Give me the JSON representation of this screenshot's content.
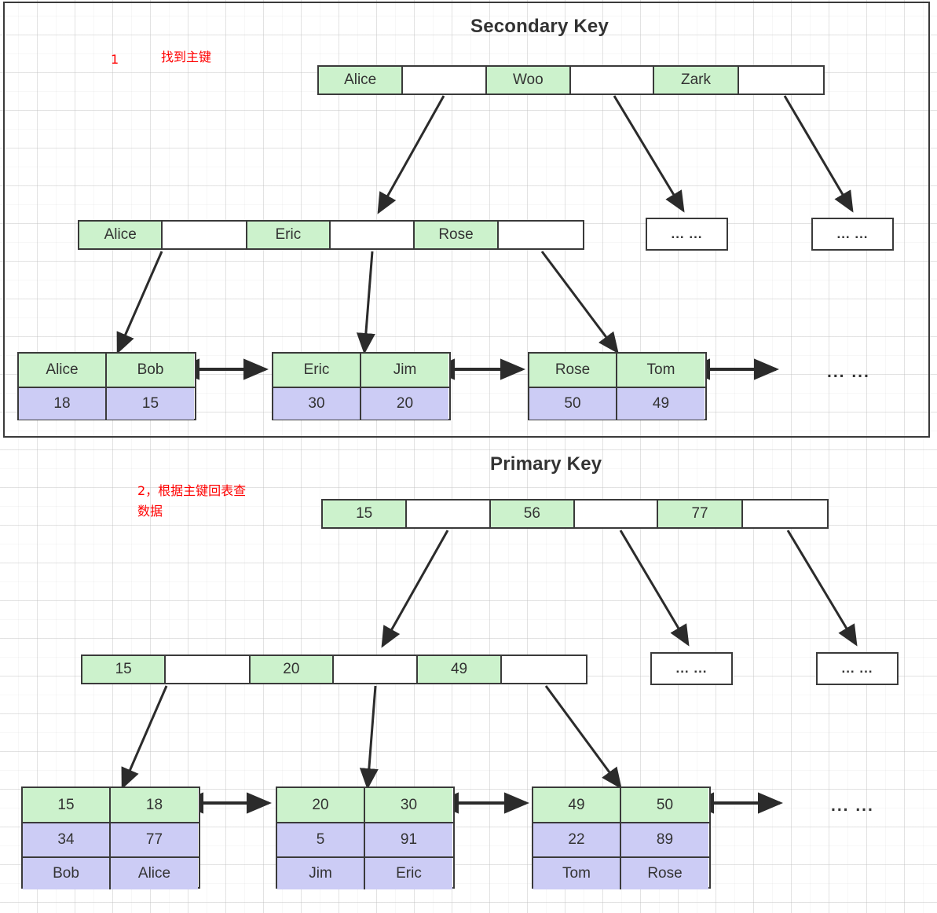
{
  "sections": [
    {
      "id": "secondary",
      "title": "Secondary Key",
      "note_number": "1",
      "note_text": "找到主键",
      "root": {
        "cells": [
          {
            "text": "Alice",
            "fill": "green"
          },
          {
            "text": "",
            "fill": "white"
          },
          {
            "text": "Woo",
            "fill": "green"
          },
          {
            "text": "",
            "fill": "white"
          },
          {
            "text": "Zark",
            "fill": "green"
          },
          {
            "text": "",
            "fill": "white"
          }
        ]
      },
      "mid": {
        "cells": [
          {
            "text": "Alice",
            "fill": "green"
          },
          {
            "text": "",
            "fill": "white"
          },
          {
            "text": "Eric",
            "fill": "green"
          },
          {
            "text": "",
            "fill": "white"
          },
          {
            "text": "Rose",
            "fill": "green"
          },
          {
            "text": "",
            "fill": "white"
          }
        ]
      },
      "mid_dots": [
        "... ...",
        "... ..."
      ],
      "leaves": [
        {
          "rows": [
            {
              "fill": "green",
              "cells": [
                "Alice",
                "Bob"
              ]
            },
            {
              "fill": "purple",
              "cells": [
                "18",
                "15"
              ]
            }
          ]
        },
        {
          "rows": [
            {
              "fill": "green",
              "cells": [
                "Eric",
                "Jim"
              ]
            },
            {
              "fill": "purple",
              "cells": [
                "30",
                "20"
              ]
            }
          ]
        },
        {
          "rows": [
            {
              "fill": "green",
              "cells": [
                "Rose",
                "Tom"
              ]
            },
            {
              "fill": "purple",
              "cells": [
                "50",
                "49"
              ]
            }
          ]
        }
      ],
      "leaf_tail_dots": "... ..."
    },
    {
      "id": "primary",
      "title": "Primary Key",
      "note_number": "",
      "note_text": "2，根据主键回表查\n数据",
      "root": {
        "cells": [
          {
            "text": "15",
            "fill": "green"
          },
          {
            "text": "",
            "fill": "white"
          },
          {
            "text": "56",
            "fill": "green"
          },
          {
            "text": "",
            "fill": "white"
          },
          {
            "text": "77",
            "fill": "green"
          },
          {
            "text": "",
            "fill": "white"
          }
        ]
      },
      "mid": {
        "cells": [
          {
            "text": "15",
            "fill": "green"
          },
          {
            "text": "",
            "fill": "white"
          },
          {
            "text": "20",
            "fill": "green"
          },
          {
            "text": "",
            "fill": "white"
          },
          {
            "text": "49",
            "fill": "green"
          },
          {
            "text": "",
            "fill": "white"
          }
        ]
      },
      "mid_dots": [
        "... ...",
        "... ..."
      ],
      "leaves": [
        {
          "rows": [
            {
              "fill": "green",
              "cells": [
                "15",
                "18"
              ]
            },
            {
              "fill": "purple",
              "cells": [
                "34",
                "77"
              ]
            },
            {
              "fill": "purple",
              "cells": [
                "Bob",
                "Alice"
              ]
            }
          ]
        },
        {
          "rows": [
            {
              "fill": "green",
              "cells": [
                "20",
                "30"
              ]
            },
            {
              "fill": "purple",
              "cells": [
                "5",
                "91"
              ]
            },
            {
              "fill": "purple",
              "cells": [
                "Jim",
                "Eric"
              ]
            }
          ]
        },
        {
          "rows": [
            {
              "fill": "green",
              "cells": [
                "49",
                "50"
              ]
            },
            {
              "fill": "purple",
              "cells": [
                "22",
                "89"
              ]
            },
            {
              "fill": "purple",
              "cells": [
                "Tom",
                "Rose"
              ]
            }
          ]
        }
      ],
      "leaf_tail_dots": "... ..."
    }
  ],
  "colors": {
    "key_fill": "#ccf2cc",
    "data_fill": "#ccccf5",
    "stroke": "#3a3a3a",
    "annotation": "#ff0000",
    "title": "#333333"
  }
}
